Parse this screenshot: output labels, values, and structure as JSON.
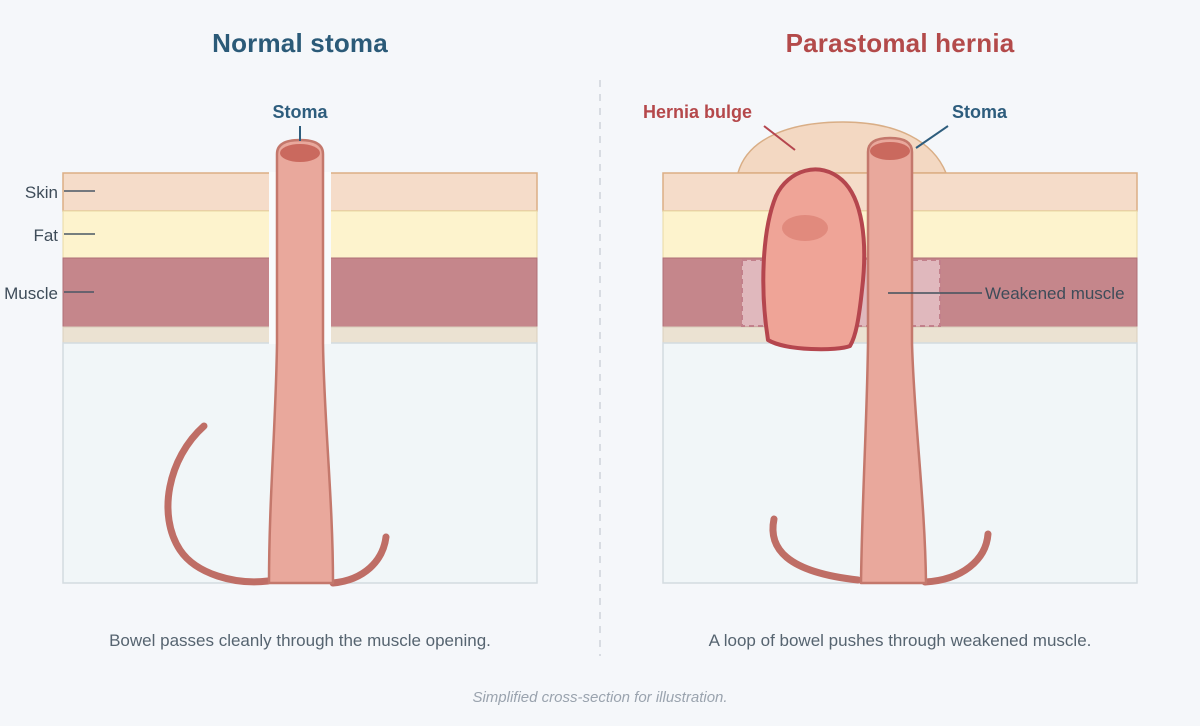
{
  "left_panel": {
    "title": "Normal stoma",
    "stoma_label": "Stoma",
    "layer_labels": {
      "skin": "Skin",
      "fat": "Fat",
      "muscle": "Muscle"
    },
    "caption": "Bowel passes cleanly through the muscle opening."
  },
  "right_panel": {
    "title": "Parastomal hernia",
    "hernia_label": "Hernia bulge",
    "stoma_label": "Stoma",
    "weakened_label": "Weakened muscle",
    "caption": "A loop of bowel pushes through weakened muscle."
  },
  "footer": "Simplified cross-section for illustration.",
  "palette": {
    "background": "#f5f7fa",
    "title_blue": "#2b5a78",
    "title_red": "#b34a4a",
    "skin_layer": "#f5dcc9",
    "skin_border": "#dcae84",
    "fat_layer": "#fdf3cd",
    "fat_border": "#e9d9a4",
    "muscle_layer": "#c5868b",
    "muscle_border": "#b06f76",
    "fascia_layer": "#ebe2d2",
    "interior": "#f1f6f8",
    "interior_border": "#d3dbe0",
    "stoma_fill": "#e9a89c",
    "stoma_border": "#c4786c",
    "stoma_top": "#ca695e",
    "bowel_curve": "#bf6e66",
    "hernia_fill": "#efa497",
    "hernia_border": "#b5464e",
    "hernia_highlight": "#e18a7d",
    "bulge_fill": "#f3d8c2",
    "bulge_border": "#d9ae86",
    "weakened_fill": "#e0b8bd",
    "weakened_dash": "#c2808b",
    "divider": "#d8dce2",
    "label_text": "#3e4c59",
    "caption_text": "#566470",
    "footer_text": "#9aa3ae"
  }
}
